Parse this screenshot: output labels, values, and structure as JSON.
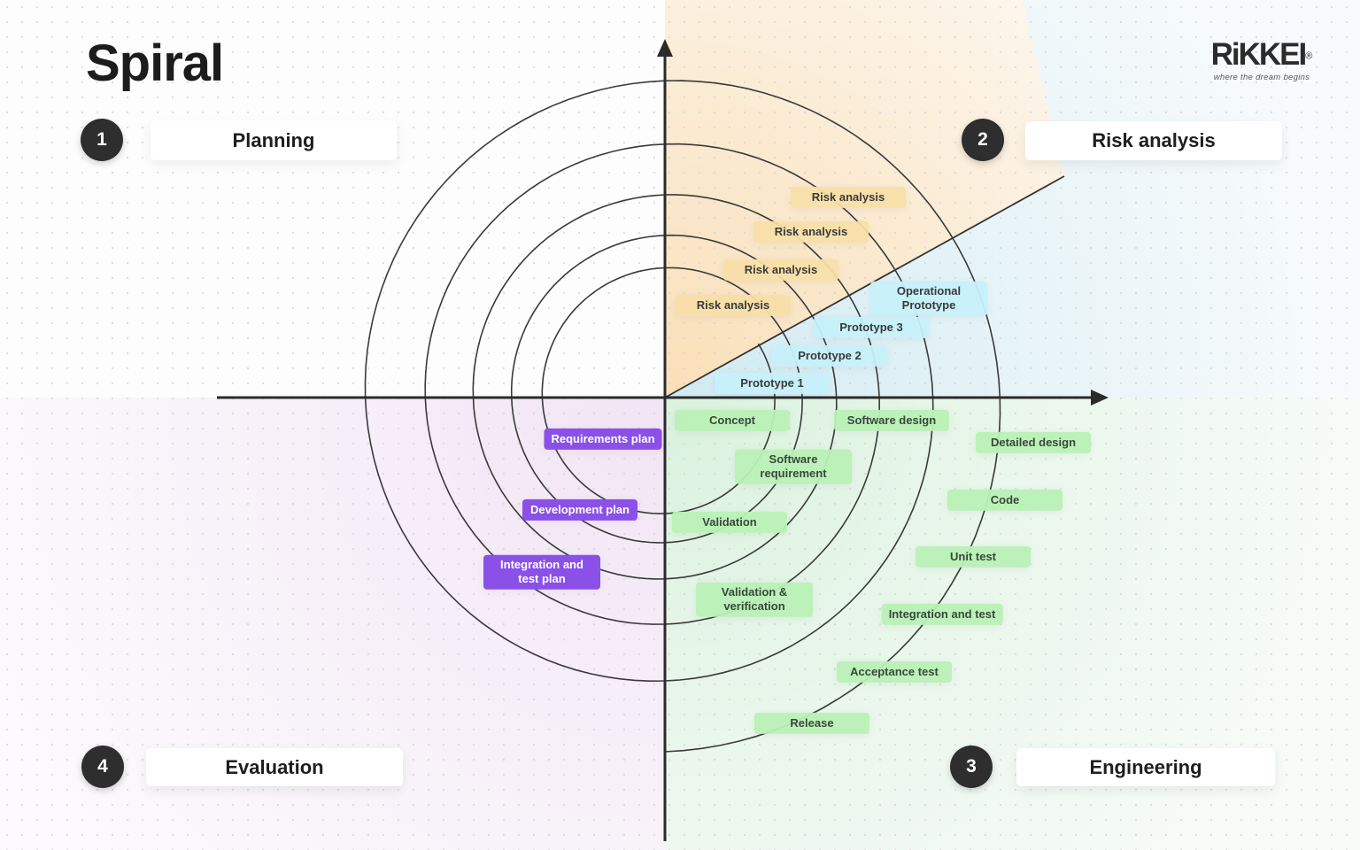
{
  "title": "Spiral",
  "logo": {
    "brand": "RiKKEI",
    "registered": "®",
    "tagline": "where the dream begins"
  },
  "quadrants": [
    {
      "number": "1",
      "label": "Planning"
    },
    {
      "number": "2",
      "label": "Risk analysis"
    },
    {
      "number": "3",
      "label": "Engineering"
    },
    {
      "number": "4",
      "label": "Evaluation"
    }
  ],
  "stages": {
    "risk": [
      "Risk analysis",
      "Risk analysis",
      "Risk analysis",
      "Risk analysis"
    ],
    "prototype": [
      "Operational Prototype",
      "Prototype 3",
      "Prototype 2",
      "Prototype 1"
    ],
    "engineering": [
      "Concept",
      "Software design",
      "Detailed design",
      "Software requirement",
      "Code",
      "Validation",
      "Unit test",
      "Validation & verification",
      "Integration and test",
      "Acceptance test",
      "Release"
    ],
    "planning": [
      "Requirements plan",
      "Development plan",
      "Integration and test plan"
    ]
  },
  "colors": {
    "risk_tag_bg": "#F8DFA8",
    "prototype_tag_bg": "#C6F0FA",
    "engineering_tag_bg": "#B9F0B6",
    "planning_tag_bg": "#8A50E8",
    "quadrant_orange": "#F6C478",
    "quadrant_blue": "#8CCDE1",
    "quadrant_green": "#96DCA0",
    "quadrant_purple": "#D7AAE1",
    "badge_bg": "#2E2E2E",
    "line_color": "#333333"
  }
}
